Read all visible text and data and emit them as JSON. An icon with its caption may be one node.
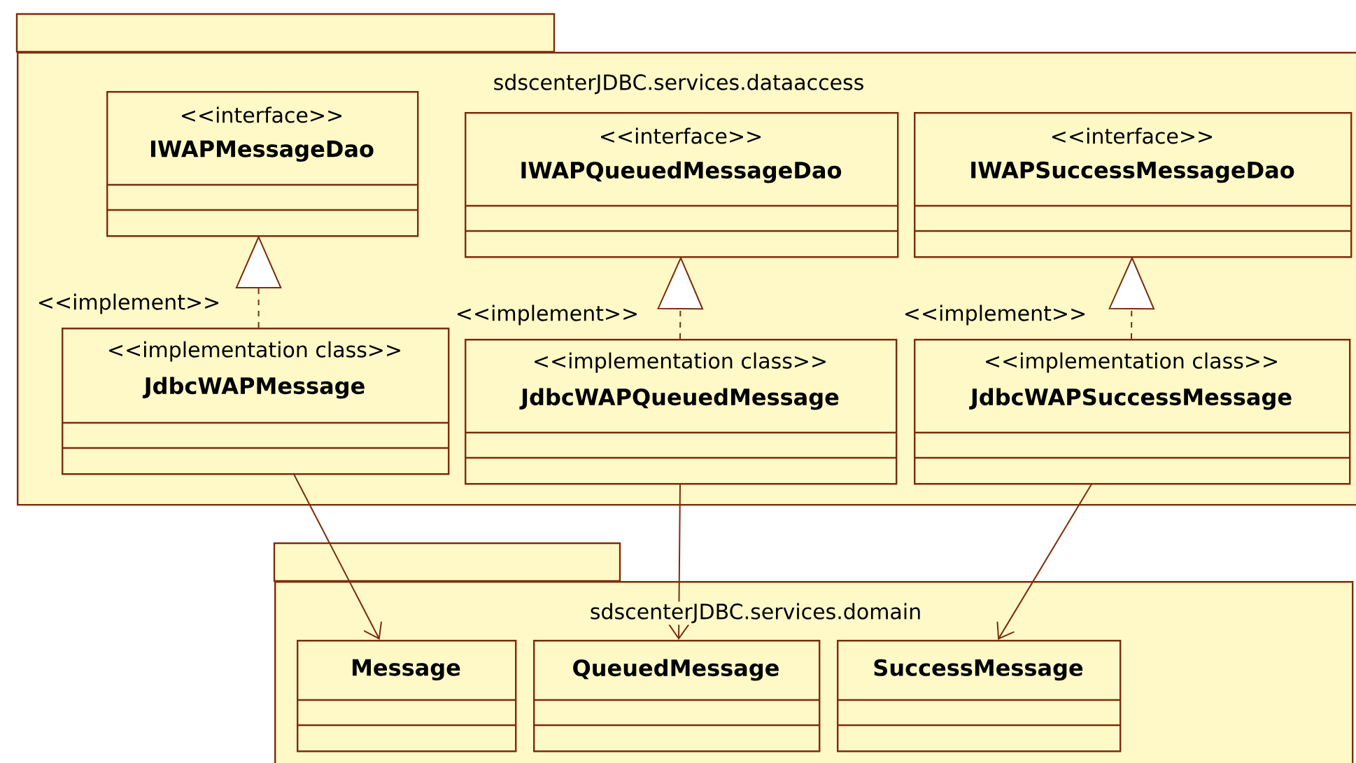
{
  "diagram": {
    "nodes": [
      {
        "text": [
          "sdscenterJDBC.services.dataaccess"
        ]
      },
      {
        "text": [
          "<<interface>>",
          "IWAPMessageDao"
        ],
        "in": 0
      },
      {
        "text": [
          "<<interface>>",
          "IWAPQueuedMessageDao"
        ],
        "in": 0
      },
      {
        "text": [
          "<<interface>>",
          "IWAPSuccessMessageDao"
        ],
        "in": 0
      },
      {
        "text": [
          "<<implementation class>>",
          "JdbcWAPMessage"
        ],
        "in": 0
      },
      {
        "text": [
          "<<implementation class>>",
          "JdbcWAPQueuedMessage"
        ],
        "in": 0
      },
      {
        "text": [
          "<<implementation class>>",
          "JdbcWAPSuccessMessage"
        ],
        "in": 0
      },
      {
        "text": [
          "sdscenterJDBC.services.domain"
        ]
      },
      {
        "text": [
          "Message"
        ],
        "in": 7
      },
      {
        "text": [
          "QueuedMessage"
        ],
        "in": 7
      },
      {
        "text": [
          "SuccessMessage"
        ],
        "in": 7
      }
    ],
    "edges": [
      {
        "from": 4,
        "to": 1,
        "arrow": "to",
        "label": "<<implement>>",
        "style": "dashed"
      },
      {
        "from": 5,
        "to": 2,
        "arrow": "to",
        "label": "<<implement>>",
        "style": "dashed"
      },
      {
        "from": 6,
        "to": 3,
        "arrow": "to",
        "label": "<<implement>>",
        "style": "dashed"
      },
      {
        "from": 4,
        "to": 8,
        "arrow": "to"
      },
      {
        "from": 5,
        "to": 9,
        "arrow": "to"
      },
      {
        "from": 6,
        "to": 10,
        "arrow": "to"
      }
    ]
  }
}
